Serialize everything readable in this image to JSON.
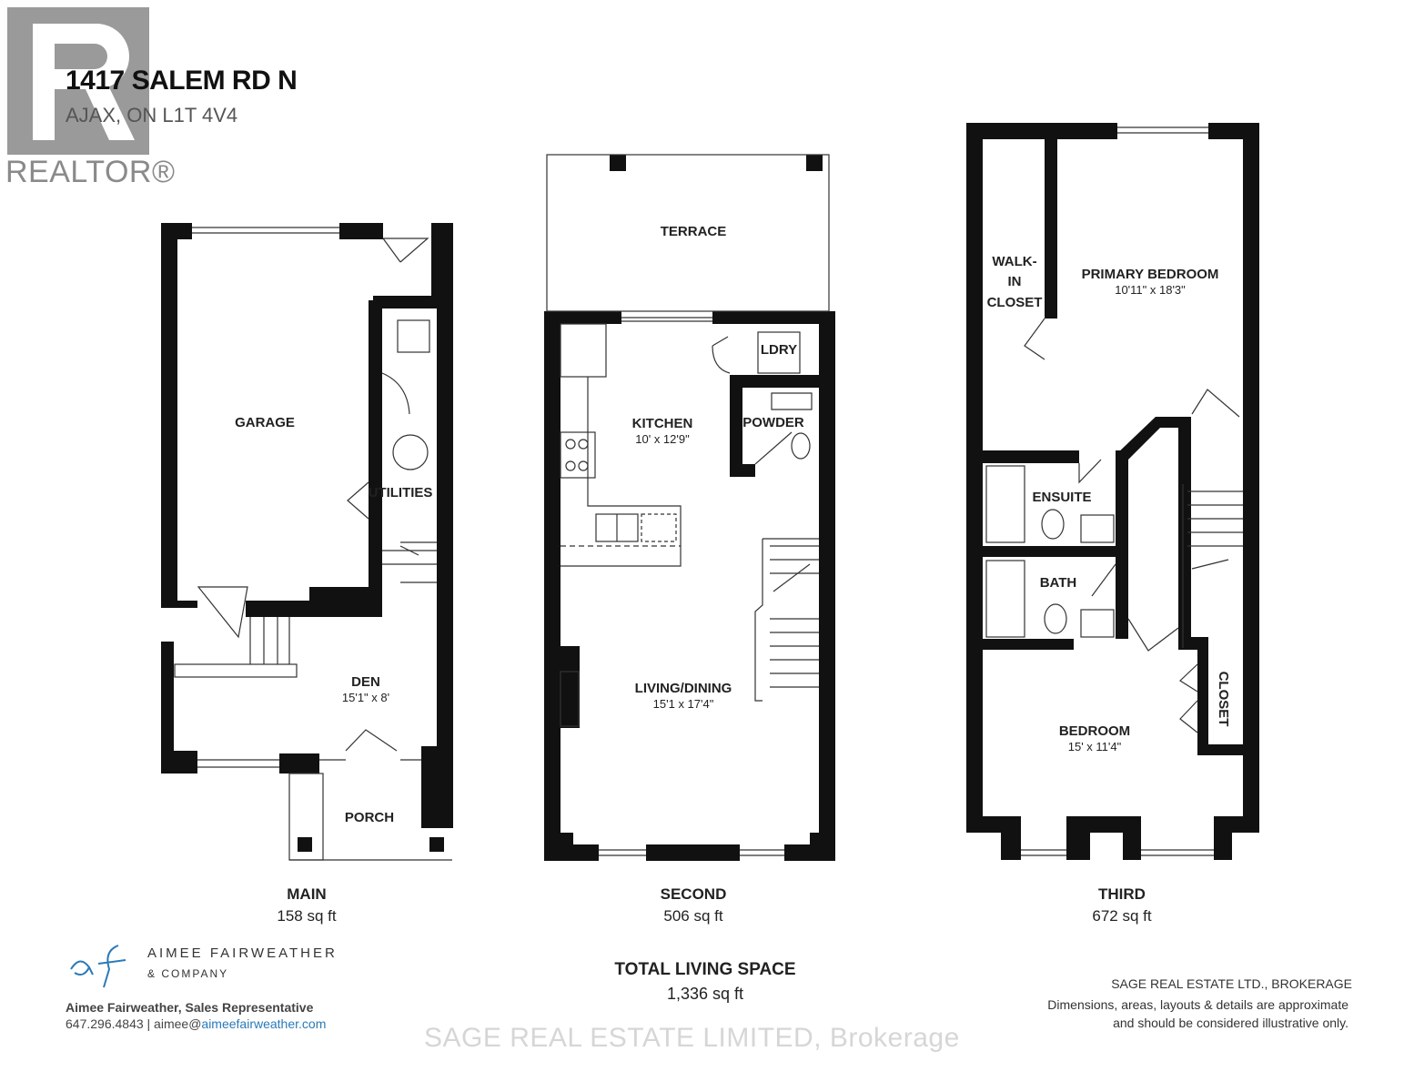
{
  "header": {
    "address_line1": "1417 SALEM RD N",
    "address_line2": "AJAX, ON L1T 4V4",
    "realtor_mark": "REALTOR®"
  },
  "floors": [
    {
      "label": "MAIN",
      "area": "158 sq ft",
      "rooms": [
        {
          "name": "GARAGE",
          "dims": ""
        },
        {
          "name": "UTILITIES",
          "dims": ""
        },
        {
          "name": "DEN",
          "dims": "15'1\" x 8'"
        },
        {
          "name": "PORCH",
          "dims": ""
        }
      ]
    },
    {
      "label": "SECOND",
      "area": "506 sq ft",
      "rooms": [
        {
          "name": "TERRACE",
          "dims": ""
        },
        {
          "name": "LDRY",
          "dims": ""
        },
        {
          "name": "KITCHEN",
          "dims": "10' x 12'9\""
        },
        {
          "name": "POWDER",
          "dims": ""
        },
        {
          "name": "LIVING/DINING",
          "dims": "15'1 x 17'4\""
        }
      ]
    },
    {
      "label": "THIRD",
      "area": "672 sq ft",
      "rooms": [
        {
          "name": "WALK-",
          "dims": ""
        },
        {
          "name": "IN",
          "dims": ""
        },
        {
          "name": "CLOSET",
          "dims": ""
        },
        {
          "name": "PRIMARY BEDROOM",
          "dims": "10'11\" x 18'3\""
        },
        {
          "name": "ENSUITE",
          "dims": ""
        },
        {
          "name": "BATH",
          "dims": ""
        },
        {
          "name": "BEDROOM",
          "dims": "15' x 11'4\""
        },
        {
          "name": "CLOSET",
          "dims": ""
        }
      ]
    }
  ],
  "total": {
    "label": "TOTAL LIVING SPACE",
    "area": "1,336 sq ft"
  },
  "branding": {
    "company_line1": "AIMEE FAIRWEATHER",
    "company_line2": "& COMPANY",
    "agent": "Aimee Fairweather, Sales Representative",
    "phone": "647.296.4843 | aimee@",
    "website": "aimeefairweather.com"
  },
  "footer": {
    "brokerage": "SAGE REAL ESTATE LTD., BROKERAGE",
    "disclaimer_line1": "Dimensions, areas, layouts & details are approximate",
    "disclaimer_line2": "and should be considered illustrative only.",
    "watermark": "SAGE REAL ESTATE LIMITED, Brokerage"
  },
  "colors": {
    "wall": "#111111",
    "realtor_grey": "#9a9a9a",
    "link": "#2a7ab8"
  }
}
